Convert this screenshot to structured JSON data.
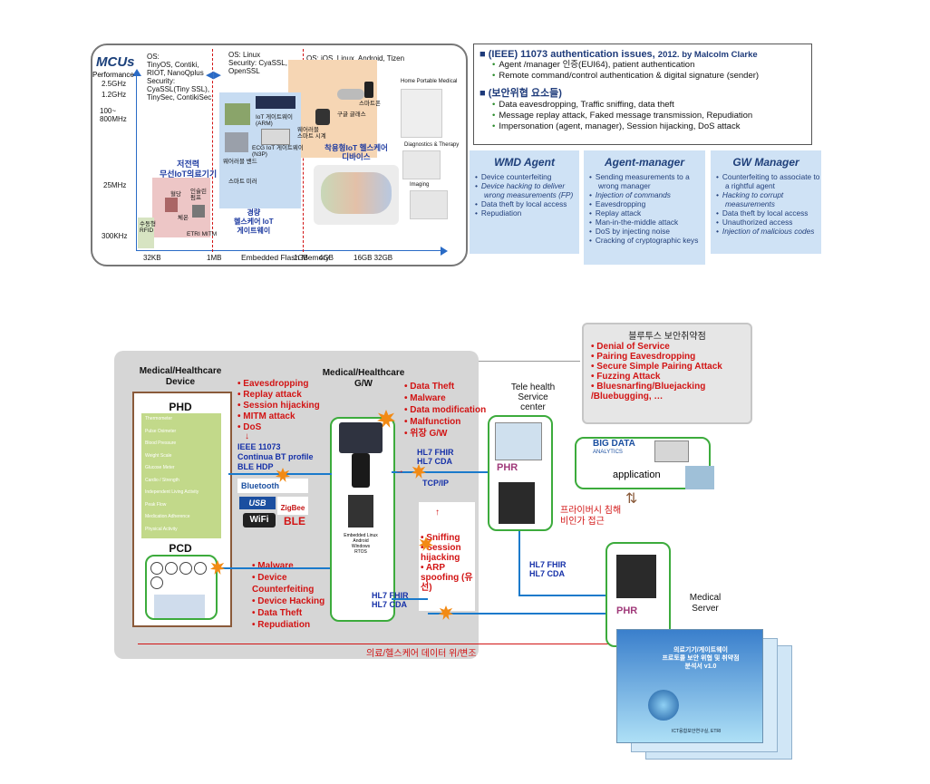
{
  "mcu_panel": {
    "mcus_title": "MCUs",
    "performance_label": "Performance",
    "perf_ticks": [
      "2.5GHz",
      "1.2GHz",
      "100~\n800MHz",
      "25MHz",
      "300KHz"
    ],
    "mem_ticks": [
      "32KB",
      "1MB",
      "1GB",
      "4GB",
      "16GB 32GB"
    ],
    "x_axis_label": "Embedded Flash Memory",
    "os_small": "OS:\nTinyOS, Contiki,\nRIOT, NanoQplus\nSecurity:\nCyaSSL(Tiny SSL),\nTinySec, ContikiSec",
    "os_linux": "OS: Linux\nSecurity: CyaSSL,\nOpenSSL",
    "os_rich": "OS: iOS, Linux, Android, Tizen",
    "low_power_label": "저전력\n무선IoT의료기기",
    "lightweight_label": "경량\n헬스케어 IoT\n게이트웨이",
    "wearable_label": "착용형IoT 헬스케어\n디바이스",
    "iot_gw_arm": "IoT 게이트웨이\n(ARM)",
    "iot_gw_n3p": "ECG IoT 게이트웨이\n(N3P)",
    "wearable_band": "웨어러블 밴드",
    "smart_mirror": "스마트 미러",
    "wearable_watch": "웨어러블\n스마트 시계",
    "google_glass": "구글 글래스",
    "smartphone": "스마트폰",
    "passive_rfid": "수동형\nRFID",
    "blood_sugar": "혈당",
    "insulin_pump": "인슐린\n펌프",
    "body_temp": "체온",
    "etri_mitm": "ETRI MITM",
    "home_portable": "Home Portable Medical",
    "diagnostics": "Diagnostics & Therapy",
    "imaging": "Imaging"
  },
  "issues": {
    "heading_prefix": "(IEEE) 11073 authentication issues,",
    "heading_suffix": "2012. by Malcolm Clarke",
    "items1": [
      "Agent /manager 인증(EUI64), patient authentication",
      "Remote command/control authentication & digital signature (sender)"
    ],
    "heading2": "(보안위협 요소들)",
    "items2": [
      "Data eavesdropping, Traffic sniffing, data theft",
      "Message replay attack, Faked message transmission, Repudiation",
      "Impersonation (agent, manager), Session hijacking, DoS attack"
    ]
  },
  "threat_tables": [
    {
      "title": "WMD Agent",
      "items": [
        "Device counterfeiting",
        "Device hacking to deliver wrong measurements (FP)",
        "Data theft by local access",
        "Repudiation"
      ]
    },
    {
      "title": "Agent-manager",
      "items": [
        "Sending measurements to a wrong manager",
        "Injection of commands",
        "Eavesdropping",
        "Replay attack",
        "Man-in-the-middle attack",
        "DoS by injecting noise",
        "Cracking of cryptographic keys"
      ]
    },
    {
      "title": "GW Manager",
      "items": [
        "Counterfeiting to associate to a rightful agent",
        "Hacking to corrupt measurements",
        "Data theft by local access",
        "Unauthorized access",
        "Injection of malicious codes"
      ]
    }
  ],
  "architecture": {
    "device_title": "Medical/Healthcare\nDevice",
    "gw_title": "Medical/Healthcare\nG/W",
    "phd_label": "PHD",
    "pcd_label": "PCD",
    "phd_items": [
      "Thermometer",
      "Pulse Oximeter",
      "Blood Pressure",
      "Weight Scale",
      "Glucose Meter",
      "Cardio / Strength",
      "Independent Living Activity",
      "Peak Flow",
      "Medication Adherence",
      "Physical Activity"
    ],
    "device_gw_threats": [
      "Eavesdropping",
      "Replay attack",
      "Session hijacking",
      "MITM attack",
      "DoS"
    ],
    "protocol_label": "IEEE 11073\nContinua BT profile\nBLE HDP",
    "gw_threats": [
      "Data Theft",
      "Malware",
      "Data modification",
      "Malfunction",
      "위장 G/W"
    ],
    "pcd_threats": [
      "Malware",
      "Device Counterfeiting",
      "Device Hacking",
      "Data Theft",
      "Repudiation"
    ],
    "network_threats": [
      "Sniffing",
      "Session hijacking",
      "ARP spoofing (유선)"
    ],
    "gw_os_label": "Embedded Linux\nAndroid\nWindows\nRTOS",
    "hl7_1": "HL7 FHIR\nHL7 CDA",
    "tcp_ip": "TCP/IP",
    "hl7_2": "HL7 FHIR\nHL7 CDA",
    "hl7_3": "HL7 FHIR\nHL7 CDA",
    "telehealth_label": "Tele health\nService\ncenter",
    "phr_label": "PHR",
    "phr_label2": "PHR",
    "bluetooth_title": "블루투스 보안취약점",
    "bluetooth_items": [
      "Denial of Service",
      "Pairing Eavesdropping",
      "Secure Simple Pairing Attack",
      "Fuzzing Attack",
      "Bluesnarfing/Bluejacking /Bluebugging, …"
    ],
    "bigdata_label": "BIG DATA",
    "analytics_label": "ANALYTICS",
    "application_label": "application",
    "privacy_label": "프라이버시 침해\n비인가 접근",
    "medical_server_label": "Medical\nServer",
    "forgery_label": "의료/헬스케어 데이터 위/변조",
    "logos": [
      "Bluetooth",
      "USB",
      "ZigBee",
      "WiFi",
      "BLE"
    ],
    "report_title": "의료기기/게이트웨이\n프로토콜 보안 위협 및 취약점\n분석서 v1.0",
    "report_author": "ICT융합보안연구실, ETRI"
  }
}
